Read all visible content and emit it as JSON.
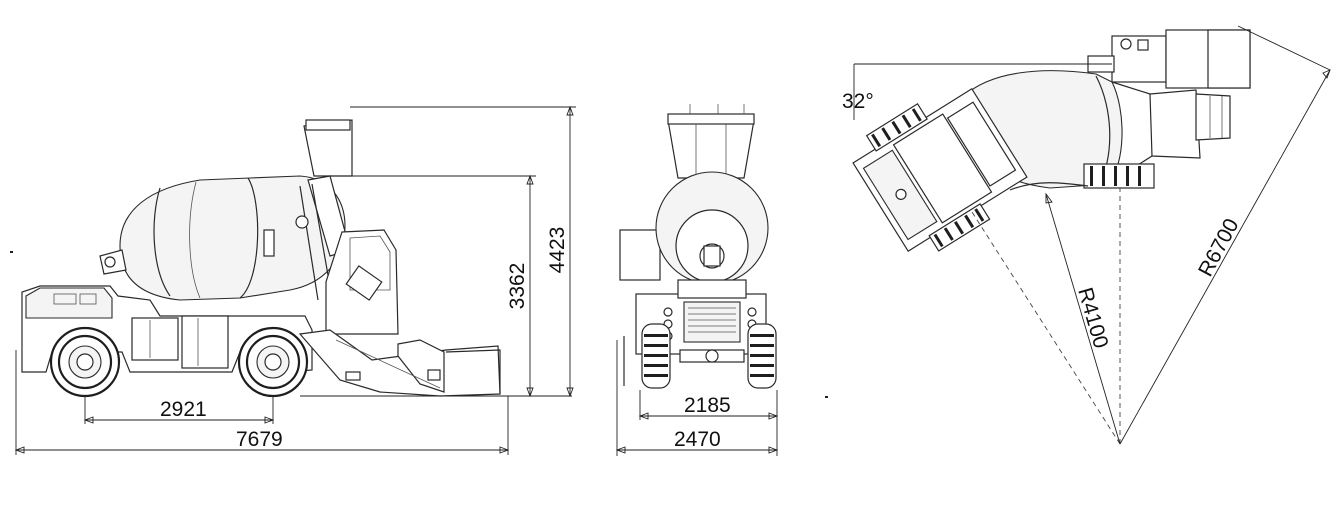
{
  "diagram": {
    "side_view": {
      "wheelbase": "2921",
      "overall_length": "7679",
      "height_1": "3362",
      "height_2": "4423"
    },
    "rear_view": {
      "track_width": "2185",
      "overall_width": "2470"
    },
    "top_view": {
      "angle": "32°",
      "inner_radius": "R4100",
      "outer_radius": "R6700"
    }
  }
}
